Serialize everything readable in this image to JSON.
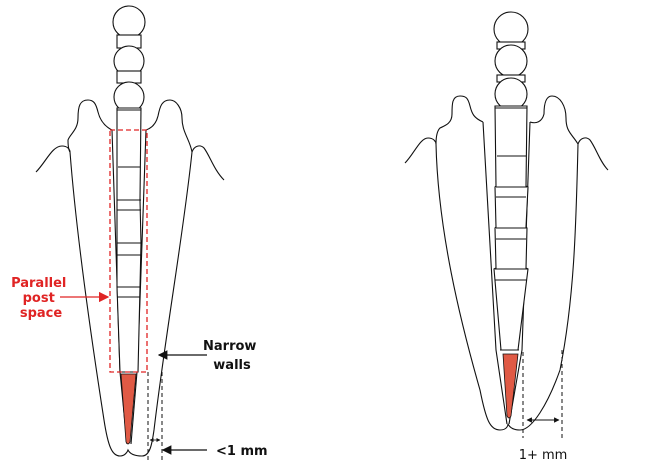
{
  "colors": {
    "accent_red": "#e02424",
    "gutta_percha": "#e05a45",
    "line": "#111111"
  },
  "left_diagram": {
    "post_space_label": [
      "Parallel",
      "post",
      "space"
    ],
    "narrow_walls_label": [
      "Narrow",
      "walls"
    ],
    "thickness_label": "<1 mm"
  },
  "right_diagram": {
    "thickness_label": "1+ mm"
  }
}
